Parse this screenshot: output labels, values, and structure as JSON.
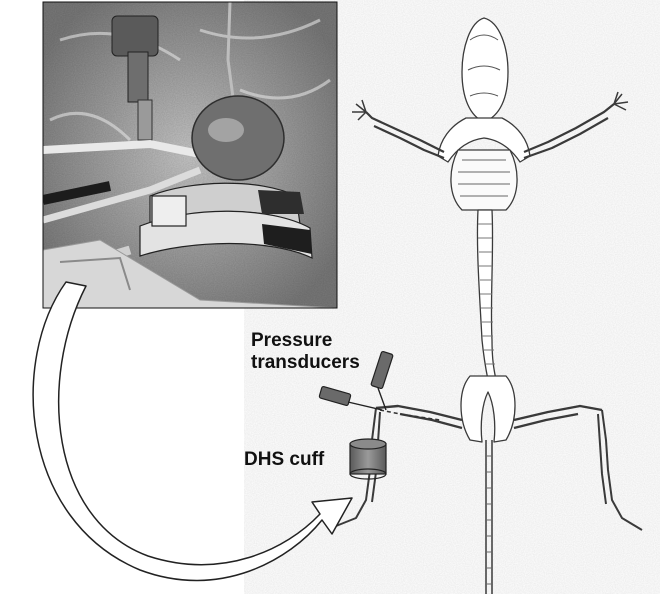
{
  "labels": {
    "pressure_line1": "Pressure",
    "pressure_line2": "transducers",
    "dhs_cuff": "DHS cuff"
  },
  "colors": {
    "photo_dark": "#2e2e2e",
    "photo_mid": "#8a8a8a",
    "photo_light": "#d8d8d8",
    "bone": "#ffffff",
    "bone_edge": "#3a3a3a",
    "transducer": "#6a6a6a",
    "cuff": "#7a7a7a",
    "arrow_fill": "#ffffff",
    "arrow_edge": "#222222"
  },
  "icons": {
    "transducer_upper": "pressure-transducer-icon",
    "transducer_lower": "pressure-transducer-icon",
    "cuff": "cuff-icon"
  }
}
